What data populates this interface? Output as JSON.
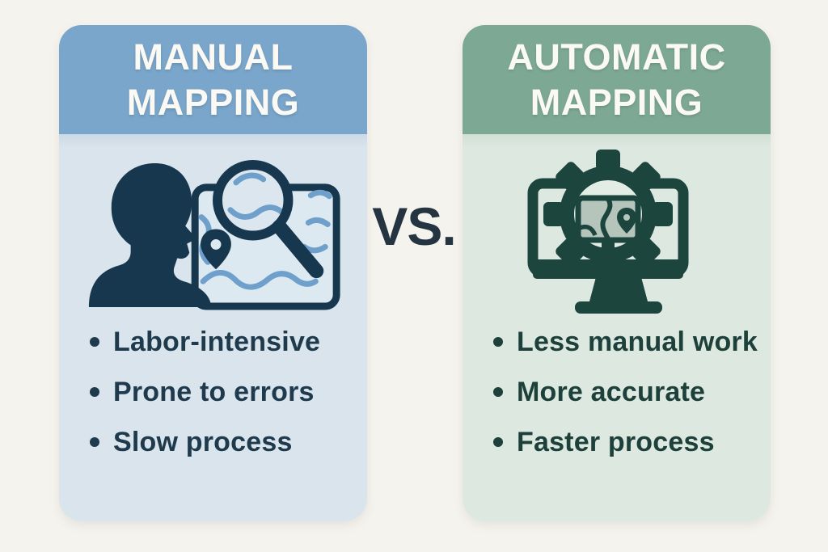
{
  "page": {
    "background_color": "#f5f3ed",
    "vs_label": "VS."
  },
  "left_panel": {
    "title_lines": [
      "MANUAL",
      "MAPPING"
    ],
    "header_color": "#7aa6cb",
    "body_color": "#d9e4ec",
    "accent_dark_color": "#17374f",
    "map_line_color": "#6fa0cb",
    "icon": "person-map-magnifier-icon",
    "bullets": [
      "Labor-intensive",
      "Prone to errors",
      "Slow process"
    ]
  },
  "right_panel": {
    "title_lines": [
      "AUTOMATIC",
      "MAPPING"
    ],
    "header_color": "#7da994",
    "body_color": "#dde8e0",
    "accent_dark_color": "#1c453d",
    "screen_fill_color": "#b5c5bc",
    "icon": "gear-monitor-map-icon",
    "bullets": [
      "Less manual work",
      "More accurate",
      "Faster process"
    ]
  }
}
